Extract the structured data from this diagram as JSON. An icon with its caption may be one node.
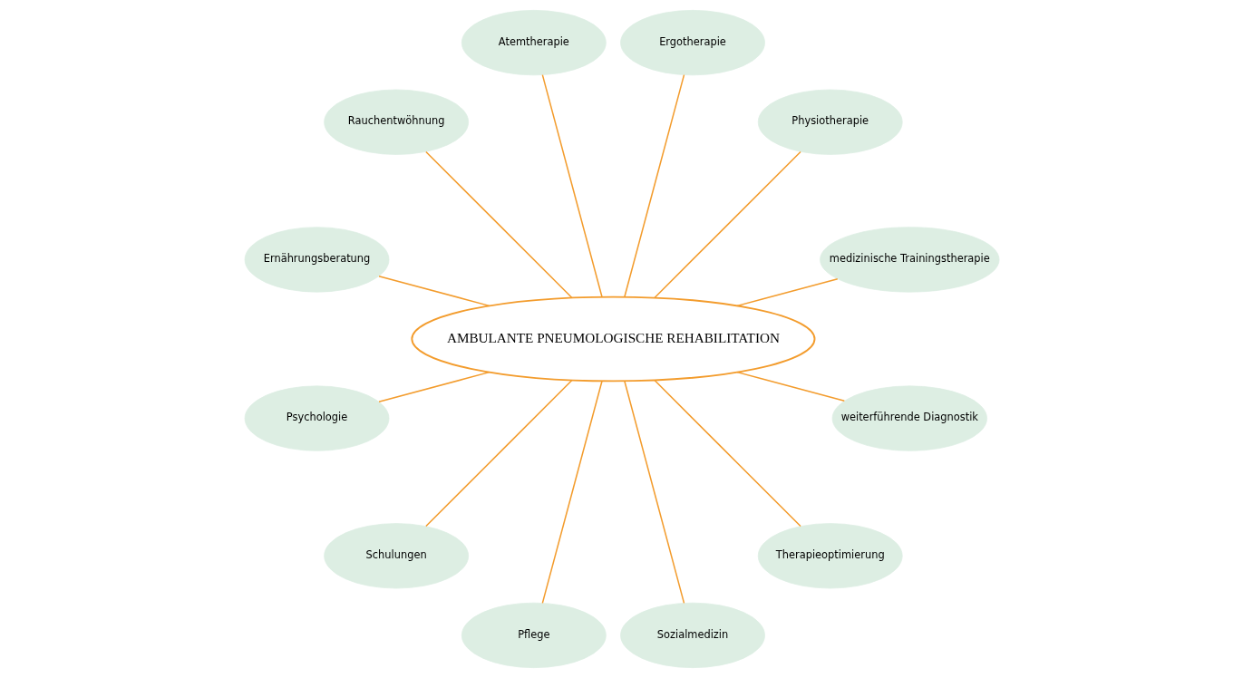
{
  "diagram": {
    "nodes": [
      {
        "text": [
          "AMBULANTE PNEUMOLOGISCHE REHABILITATION"
        ]
      },
      {
        "text": [
          "medizinische Trainingstherapie"
        ]
      },
      {
        "text": [
          "Physiotherapie"
        ]
      },
      {
        "text": [
          "Ergotherapie"
        ]
      },
      {
        "text": [
          "Atemtherapie"
        ]
      },
      {
        "text": [
          "Rauchentwöhnung"
        ]
      },
      {
        "text": [
          "Ernährungsberatung"
        ]
      },
      {
        "text": [
          "Psychologie"
        ]
      },
      {
        "text": [
          "Schulungen"
        ]
      },
      {
        "text": [
          "Pflege"
        ]
      },
      {
        "text": [
          "Sozialmedizin"
        ]
      },
      {
        "text": [
          "Therapieoptimierung"
        ]
      },
      {
        "text": [
          "weiterführende Diagnostik"
        ]
      }
    ],
    "edges": [
      {
        "from": 0,
        "to": 1,
        "arrow": "none"
      },
      {
        "from": 0,
        "to": 2,
        "arrow": "none"
      },
      {
        "from": 0,
        "to": 3,
        "arrow": "none"
      },
      {
        "from": 0,
        "to": 4,
        "arrow": "none"
      },
      {
        "from": 0,
        "to": 5,
        "arrow": "none"
      },
      {
        "from": 0,
        "to": 6,
        "arrow": "none"
      },
      {
        "from": 0,
        "to": 7,
        "arrow": "none"
      },
      {
        "from": 0,
        "to": 8,
        "arrow": "none"
      },
      {
        "from": 0,
        "to": 9,
        "arrow": "none"
      },
      {
        "from": 0,
        "to": 10,
        "arrow": "none"
      },
      {
        "from": 0,
        "to": 11,
        "arrow": "none"
      },
      {
        "from": 0,
        "to": 12,
        "arrow": "none"
      }
    ]
  }
}
